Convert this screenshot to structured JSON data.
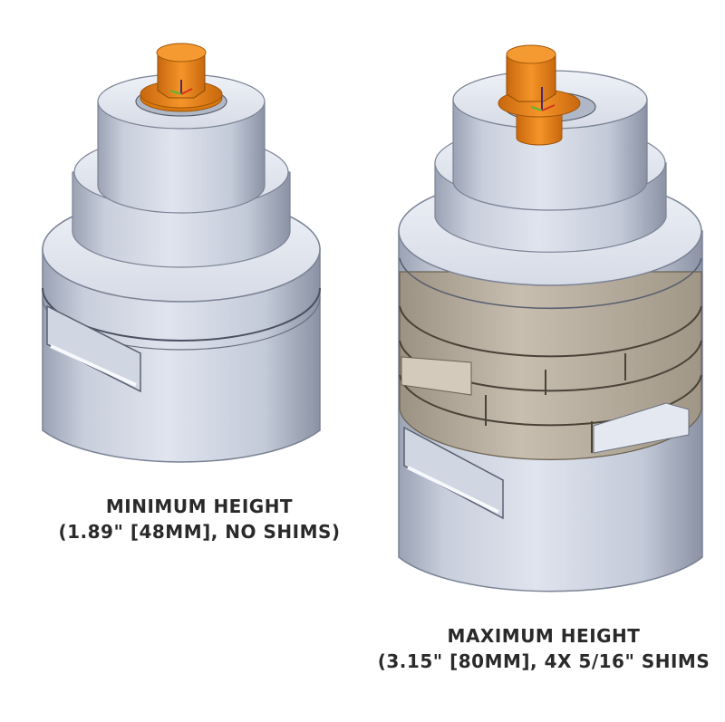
{
  "figures": [
    {
      "id": "minimum",
      "title": "MINIMUM HEIGHT",
      "subtitle": "(1.89\" [48MM], NO SHIMS)",
      "shim_count": 0
    },
    {
      "id": "maximum",
      "title": "MAXIMUM HEIGHT",
      "subtitle": "(3.15\" [80MM], 4X 5/16\" SHIMS",
      "shim_count": 4
    }
  ],
  "colors": {
    "body": "#c3cad8",
    "body_light": "#e6eaf2",
    "body_dark": "#8e96a8",
    "bolt": "#f08a1c",
    "bolt_dark": "#b8600c",
    "shim": "#bcb2a4",
    "shim_dark": "#8a8072",
    "text": "#2a2a2a"
  }
}
